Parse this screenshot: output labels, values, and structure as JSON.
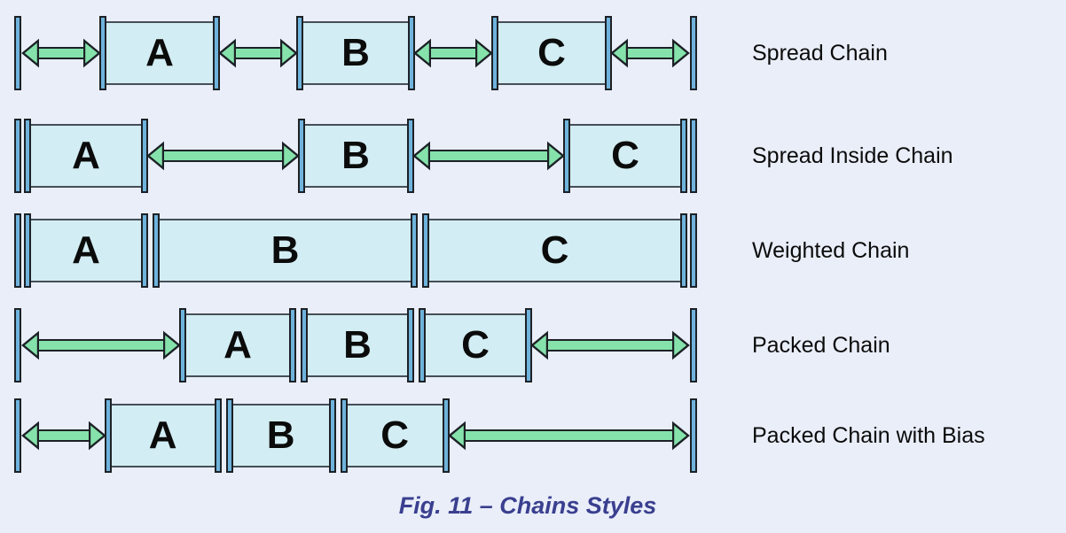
{
  "figure": {
    "caption": "Fig. 11 – Chains Styles"
  },
  "colors": {
    "background": "#E9EEF9",
    "box_fill": "#D2EDF3",
    "box_border": "#454E57",
    "bar_fill": "#6FB3DC",
    "outline": "#1C2126",
    "arrow_fill": "#85E2AB",
    "label_text": "#0B0B0B",
    "caption_text": "#3A3F8F"
  },
  "rows": [
    {
      "style": "spread",
      "label": "Spread Chain",
      "boxes": [
        "A",
        "B",
        "C"
      ]
    },
    {
      "style": "spread_inside",
      "label": "Spread Inside Chain",
      "boxes": [
        "A",
        "B",
        "C"
      ]
    },
    {
      "style": "weighted",
      "label": "Weighted Chain",
      "boxes": [
        "A",
        "B",
        "C"
      ]
    },
    {
      "style": "packed",
      "label": "Packed Chain",
      "boxes": [
        "A",
        "B",
        "C"
      ]
    },
    {
      "style": "packed_bias",
      "label": "Packed Chain with Bias",
      "boxes": [
        "A",
        "B",
        "C"
      ]
    }
  ]
}
